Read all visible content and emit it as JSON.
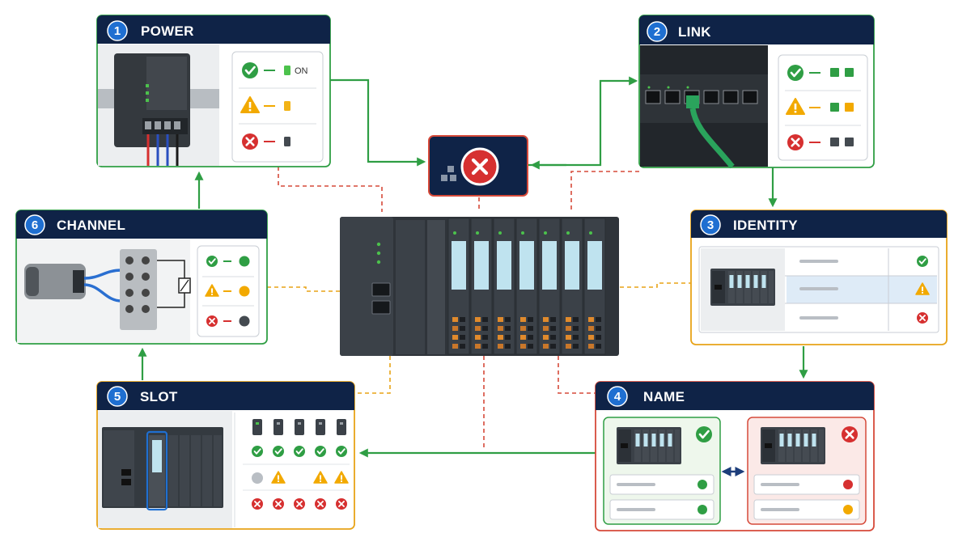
{
  "colors": {
    "navy": "#0f2347",
    "badge": "#1f6fd1",
    "ok": "#2f9e44",
    "warn": "#f2a900",
    "err": "#d63030",
    "fault_line": "#d64a3a",
    "warn_line": "#e8a317",
    "device": "#3b4148",
    "module_window": "#bfe3ef"
  },
  "panels": [
    {
      "number": "1",
      "title": "POWER"
    },
    {
      "number": "2",
      "title": "LINK"
    },
    {
      "number": "3",
      "title": "IDENTITY"
    },
    {
      "number": "4",
      "title": "NAME"
    },
    {
      "number": "5",
      "title": "SLOT"
    },
    {
      "number": "6",
      "title": "CHANNEL"
    }
  ],
  "power": {
    "on_label": "ON"
  },
  "icons": {
    "ok": "check-circle-icon",
    "warn": "warning-triangle-icon",
    "error": "x-circle-icon",
    "network": "network-nodes-icon"
  }
}
